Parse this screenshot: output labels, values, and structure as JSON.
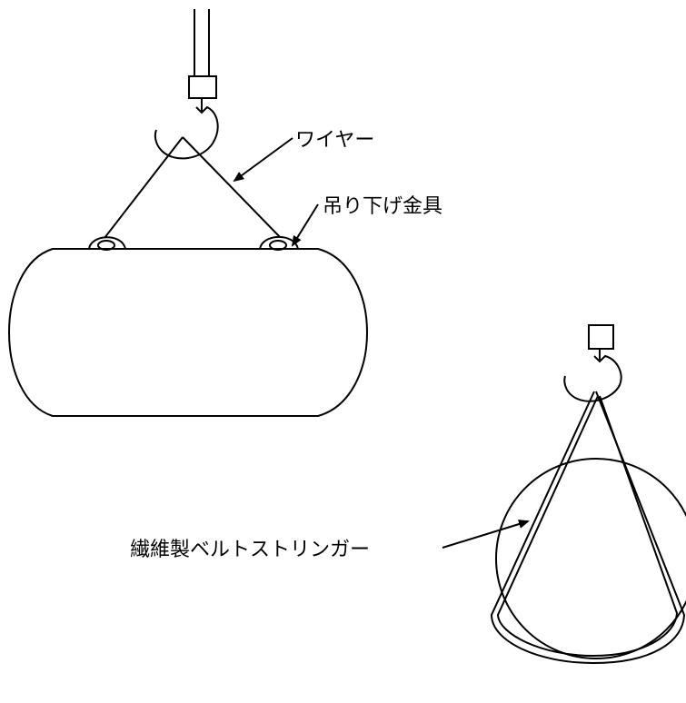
{
  "labels": {
    "wire": "ワイヤー",
    "fitting": "吊り下げ金具",
    "sling": "繊維製ベルトストリンガー"
  },
  "colors": {
    "line": "#000000",
    "background": "#ffffff"
  }
}
